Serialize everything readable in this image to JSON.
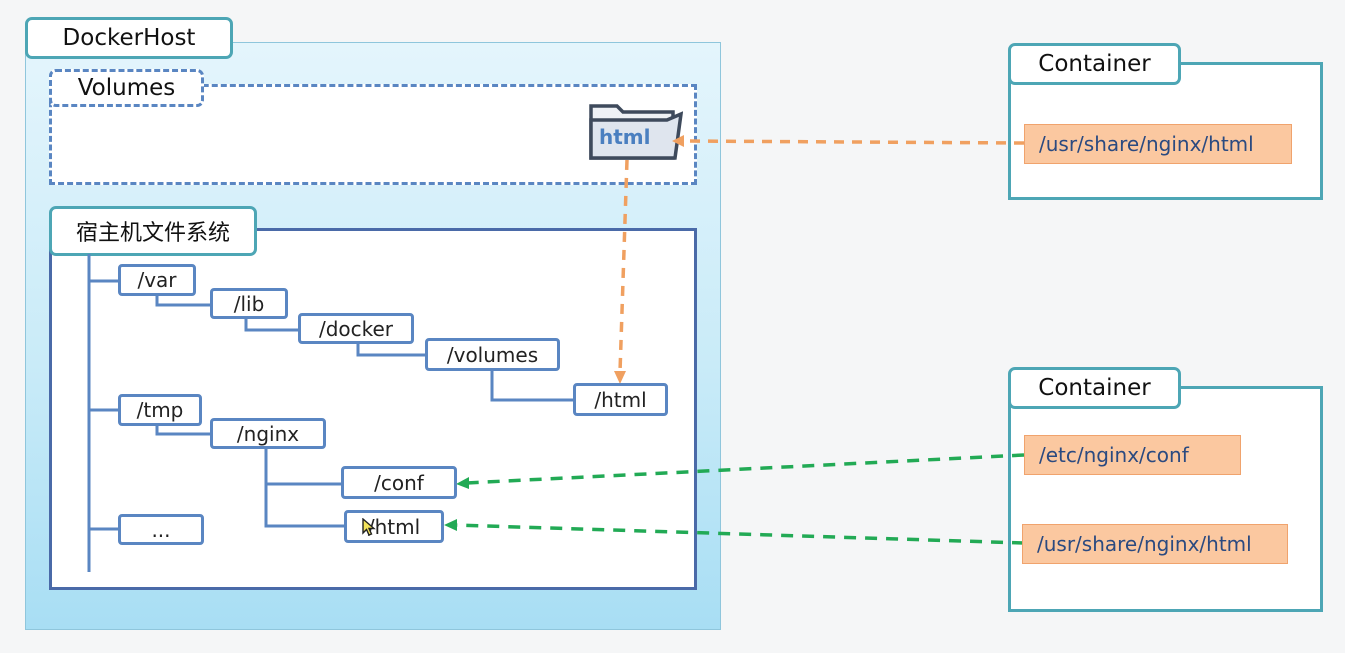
{
  "docker_host": {
    "label": "DockerHost"
  },
  "volumes": {
    "label": "Volumes",
    "folder_label": "html"
  },
  "host_fs": {
    "label": "宿主机文件系统",
    "nodes": {
      "var": "/var",
      "lib": "/lib",
      "docker": "/docker",
      "volumes": "/volumes",
      "html_vol": "/html",
      "tmp": "/tmp",
      "nginx": "/nginx",
      "conf": "/conf",
      "html_nginx": "/html",
      "more": "..."
    }
  },
  "containers": [
    {
      "label": "Container",
      "mounts": [
        "/usr/share/nginx/html"
      ]
    },
    {
      "label": "Container",
      "mounts": [
        "/etc/nginx/conf",
        "/usr/share/nginx/html"
      ]
    }
  ],
  "colors": {
    "host_bg": "#bfe6f7",
    "tree_border": "#5a86c2",
    "container_border": "#4da6b5",
    "mount_fill": "#fbc8a0",
    "volume_link": "#f0a060",
    "bind_link": "#22aa55"
  }
}
